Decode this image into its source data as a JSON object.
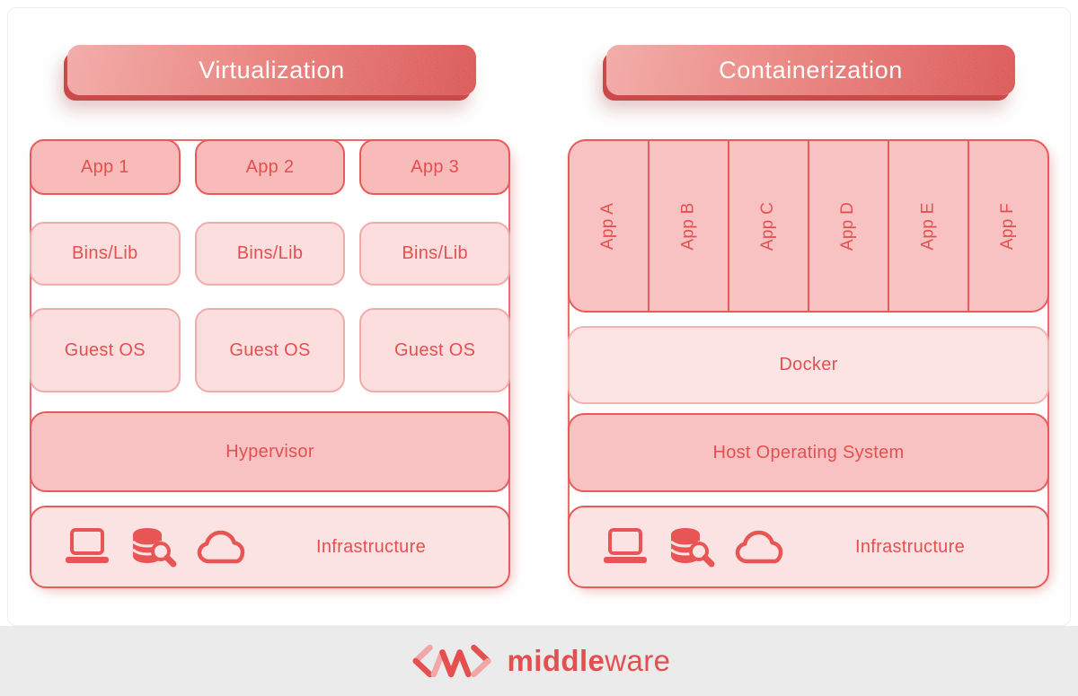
{
  "banners": {
    "left": "Virtualization",
    "right": "Containerization"
  },
  "virtualization": {
    "apps": [
      "App 1",
      "App 2",
      "App 3"
    ],
    "bins": [
      "Bins/Lib",
      "Bins/Lib",
      "Bins/Lib"
    ],
    "guest_os": [
      "Guest OS",
      "Guest OS",
      "Guest OS"
    ],
    "hypervisor": "Hypervisor",
    "infrastructure": "Infrastructure"
  },
  "containerization": {
    "apps": [
      "App A",
      "App B",
      "App C",
      "App D",
      "App E",
      "App F"
    ],
    "docker": "Docker",
    "host_os": "Host Operating System",
    "infrastructure": "Infrastructure"
  },
  "footer": {
    "brand_bold": "middle",
    "brand_light": "ware"
  },
  "icons": {
    "infrastructure": [
      "laptop-icon",
      "database-search-icon",
      "cloud-icon"
    ],
    "logo": "middleware-chevron-mark"
  },
  "colors": {
    "accent_red": "#e4504f",
    "border_red": "#e85b5b",
    "fill_strong_pink": "#f9baba",
    "fill_light_pink": "#fcdede",
    "banner_gradient_start": "#f2a7a3",
    "banner_gradient_end": "#d95251",
    "banner_text": "#ffffff",
    "footer_bg": "#ebebeb"
  }
}
